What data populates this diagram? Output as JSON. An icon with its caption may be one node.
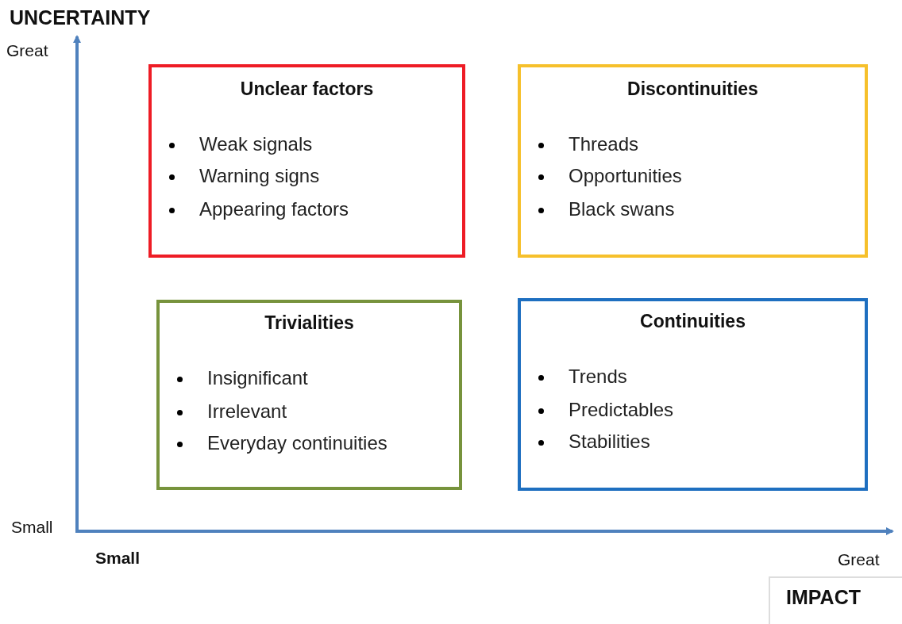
{
  "diagram": {
    "nodes": [
      {
        "text": [
          "Unclear factors",
          "Weak signals",
          "Warning signs",
          "Appearing factors"
        ]
      },
      {
        "text": [
          "Discontinuities",
          "Threads",
          "Opportunities",
          "Black swans"
        ]
      },
      {
        "text": [
          "Trivialities",
          "Insignificant",
          "Irrelevant",
          "Everyday continuities"
        ]
      },
      {
        "text": [
          "Continuities",
          "Trends",
          "Predictables",
          "Stabilities"
        ]
      }
    ],
    "edges": [],
    "labels": [
      "UNCERTAINTY",
      "Great",
      "Small",
      "Small",
      "Great",
      "IMPACT"
    ]
  }
}
